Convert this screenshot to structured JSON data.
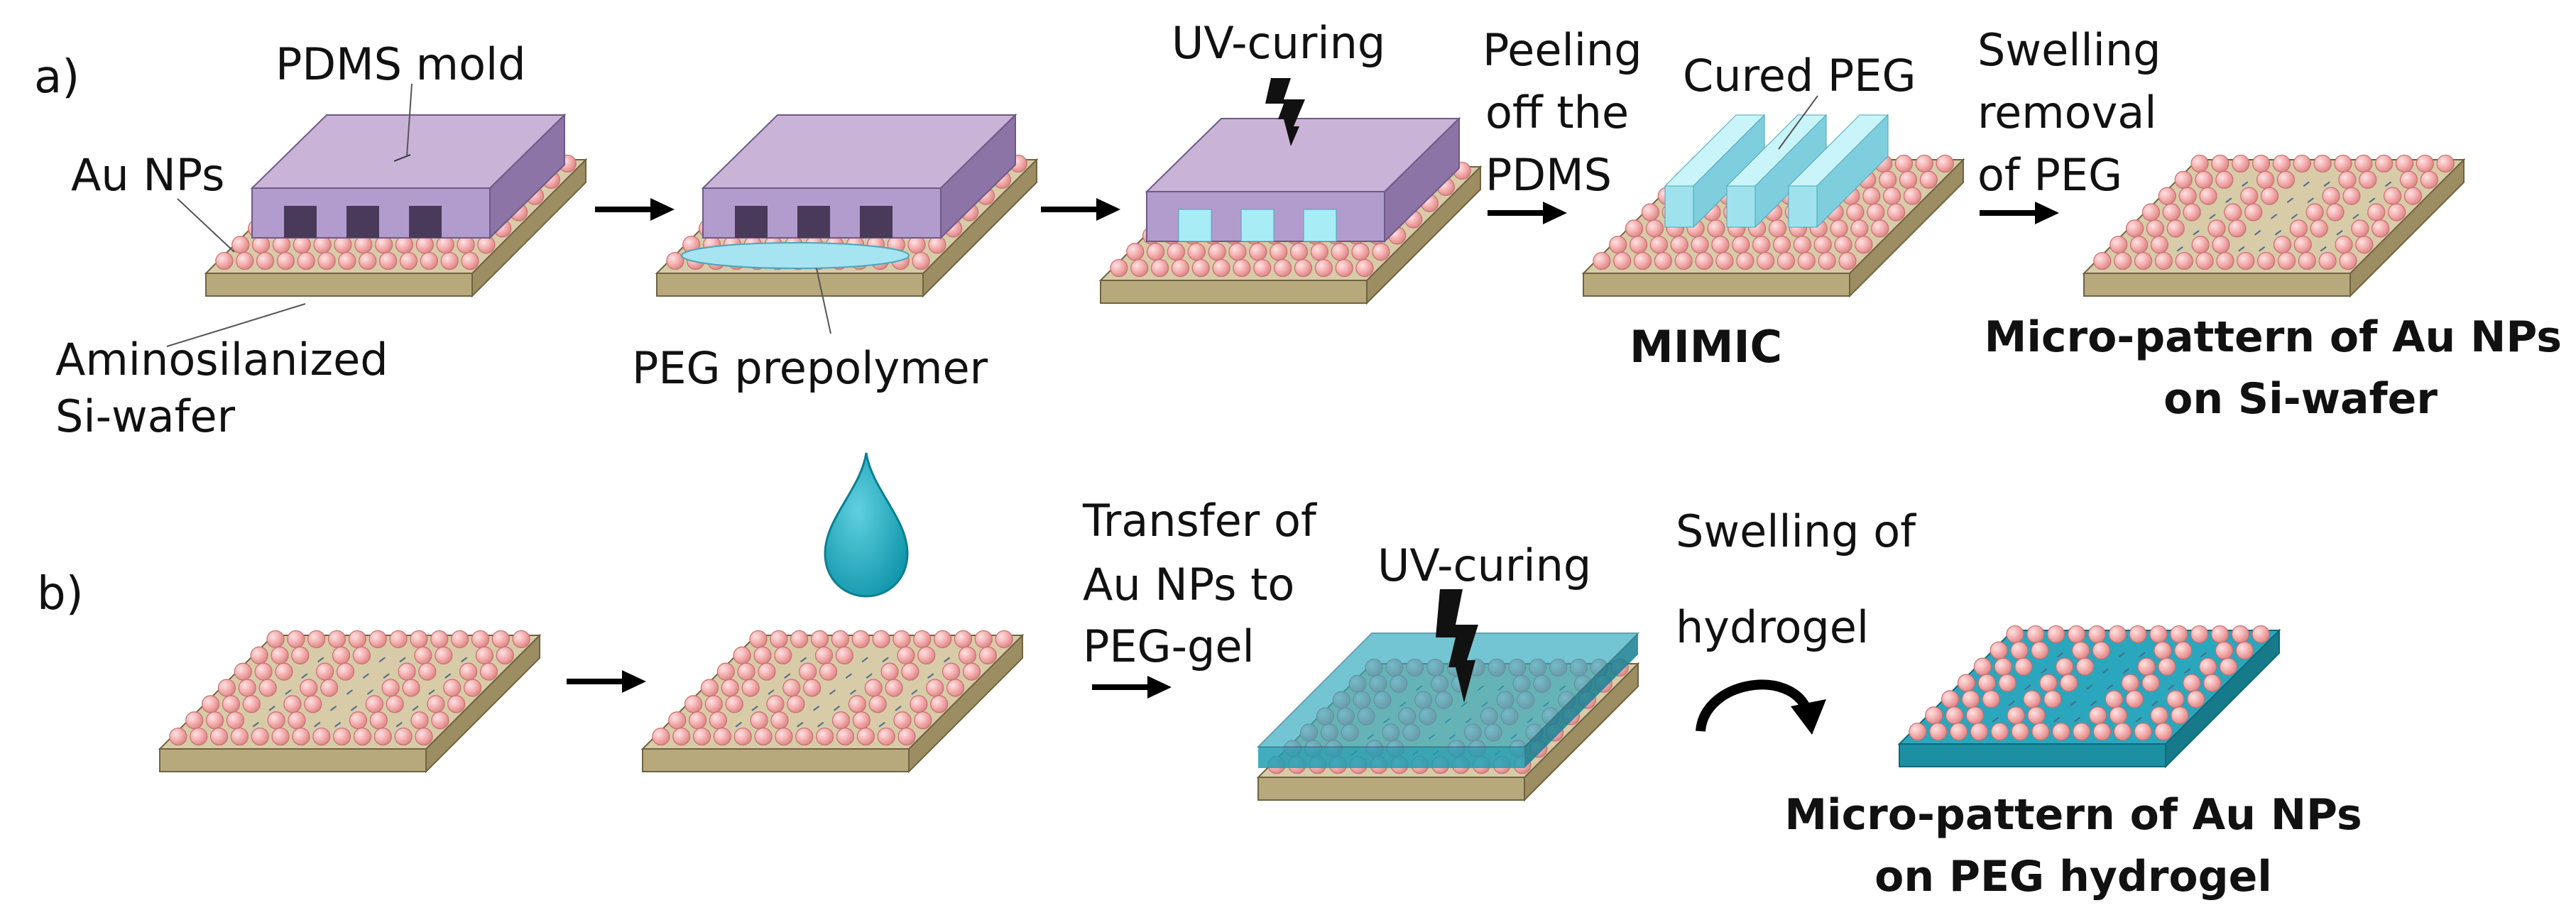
{
  "panels": {
    "a": "a)",
    "b": "b)"
  },
  "labels": {
    "pdms_mold": "PDMS mold",
    "au_nps": "Au NPs",
    "aminosilanized_line1": "Aminosilanized",
    "aminosilanized_line2": "Si-wafer",
    "peg_prepolymer": "PEG prepolymer",
    "uv_curing_a": "UV-curing",
    "peeling_line1": "Peeling",
    "peeling_line2": "off the",
    "peeling_line3": "PDMS",
    "cured_peg": "Cured PEG",
    "mimic": "MIMIC",
    "swelling_removal_line1": "Swelling",
    "swelling_removal_line2": "removal",
    "swelling_removal_line3": "of PEG",
    "result_a_line1": "Micro-pattern of Au NPs",
    "result_a_line2": "on Si-wafer",
    "transfer_line1": "Transfer of",
    "transfer_line2": "Au NPs to",
    "transfer_line3": "PEG-gel",
    "uv_curing_b": "UV-curing",
    "swelling_hydrogel_line1": "Swelling of",
    "swelling_hydrogel_line2": "hydrogel",
    "result_b_line1": "Micro-pattern of Au NPs",
    "result_b_line2": "on PEG hydrogel"
  },
  "icons": {
    "arrow": "right-arrow-icon",
    "uv": "lightning-bolt-icon",
    "drop": "water-drop-icon",
    "curved_arrow": "curved-arrow-icon"
  },
  "colors": {
    "substrate_top": "#d8cba8",
    "substrate_front": "#b8a97c",
    "substrate_side": "#9c8d62",
    "nanoparticle": "#f2a8a8",
    "nanoparticle_edge": "#c97070",
    "pdms_top": "#c9b4d8",
    "pdms_front": "#a98fc2",
    "pdms_side": "#8c74a6",
    "cured_peg": "#a8ecf5",
    "peg_prepolymer": "#a6e4f2",
    "hydrogel": "#2aa7bd",
    "drop": "#1faac0"
  }
}
